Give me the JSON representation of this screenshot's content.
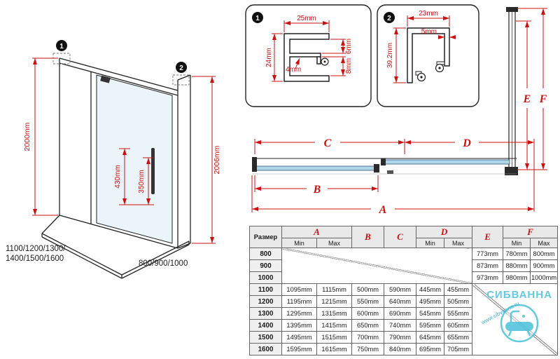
{
  "colors": {
    "dim_red": "#cc1111",
    "line_black": "#222222",
    "glass_blue": "#aed6e8",
    "watermark_blue": "#4fc3dc"
  },
  "iso": {
    "marker1": "1",
    "marker2": "2",
    "height_left": "2000mm",
    "height_right": "2006mm",
    "handle_height": "430mm",
    "handle_length": "350mm",
    "door_widths_line1": "1100/1200/1300/",
    "door_widths_line2": "1400/1500/1600",
    "panel_widths": "800/900/1000"
  },
  "detail1": {
    "marker": "1",
    "width": "25mm",
    "height": "24mm",
    "thickness": "4mm",
    "gap_top": "6mm",
    "gap_bottom": "8mm"
  },
  "detail2": {
    "marker": "2",
    "width": "23mm",
    "offset": "5mm",
    "height": "39.2mm"
  },
  "plan": {
    "a": "A",
    "b": "B",
    "c": "C",
    "d": "D",
    "e": "E",
    "f": "F"
  },
  "table": {
    "size_header": "Размер",
    "min": "Min",
    "max": "Max",
    "letters": [
      "A",
      "B",
      "C",
      "D",
      "E",
      "F"
    ],
    "rows": [
      {
        "size": "800",
        "e": "773mm",
        "f_min": "780mm",
        "f_max": "800mm"
      },
      {
        "size": "900",
        "e": "873mm",
        "f_min": "880mm",
        "f_max": "900mm"
      },
      {
        "size": "1000",
        "e": "973mm",
        "f_min": "980mm",
        "f_max": "1000mm"
      },
      {
        "size": "1100",
        "a_min": "1095mm",
        "a_max": "1115mm",
        "b": "500mm",
        "c": "590mm",
        "d_min": "445mm",
        "d_max": "455mm"
      },
      {
        "size": "1200",
        "a_min": "1195mm",
        "a_max": "1215mm",
        "b": "550mm",
        "c": "640mm",
        "d_min": "495mm",
        "d_max": "505mm"
      },
      {
        "size": "1300",
        "a_min": "1295mm",
        "a_max": "1315mm",
        "b": "600mm",
        "c": "690mm",
        "d_min": "545mm",
        "d_max": "555mm"
      },
      {
        "size": "1400",
        "a_min": "1395mm",
        "a_max": "1415mm",
        "b": "650mm",
        "c": "740mm",
        "d_min": "595mm",
        "d_max": "605mm"
      },
      {
        "size": "1500",
        "a_min": "1495mm",
        "a_max": "1515mm",
        "b": "700mm",
        "c": "790mm",
        "d_min": "645mm",
        "d_max": "655mm"
      },
      {
        "size": "1600",
        "a_min": "1595mm",
        "a_max": "1615mm",
        "b": "750mm",
        "c": "840mm",
        "d_min": "695mm",
        "d_max": "705mm"
      }
    ]
  },
  "watermark": {
    "brand": "СИБВАННА",
    "url": "www.sibvanna.ru"
  }
}
